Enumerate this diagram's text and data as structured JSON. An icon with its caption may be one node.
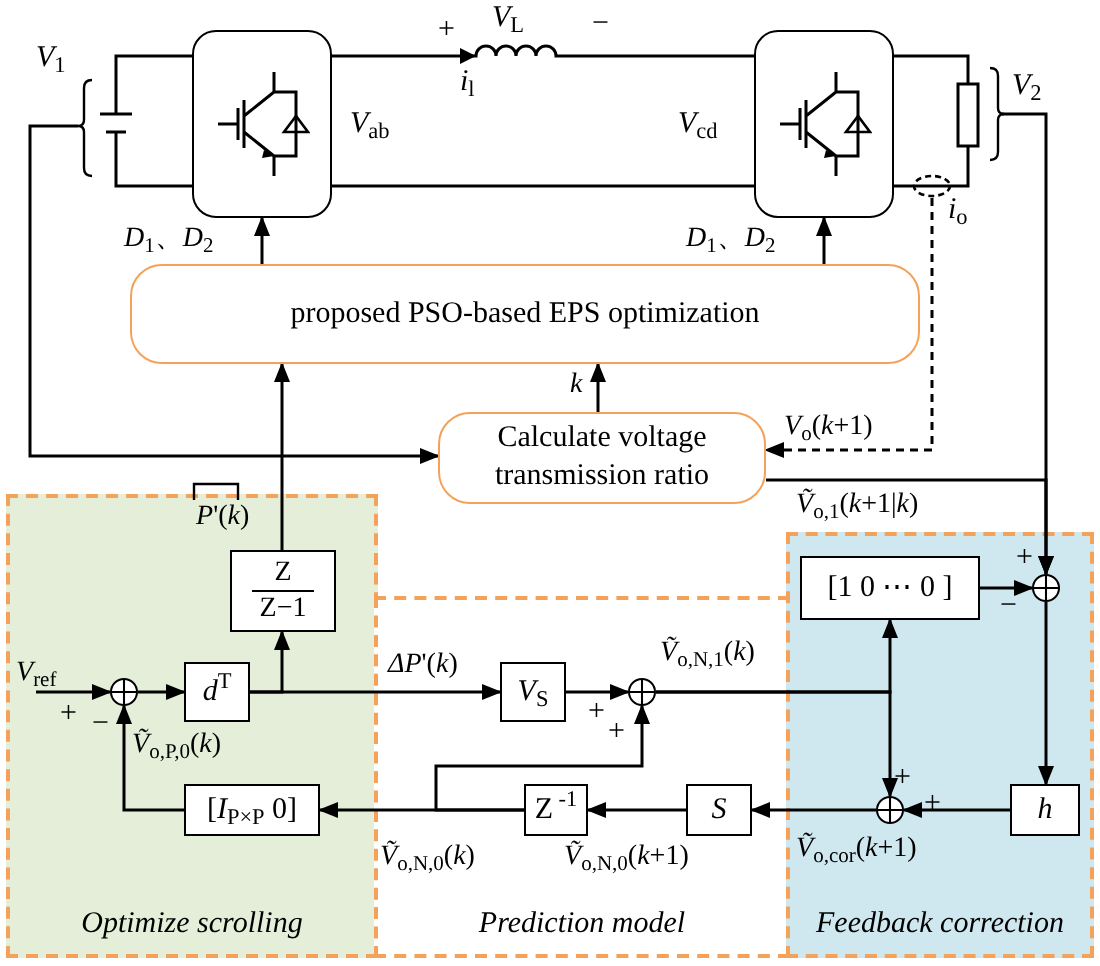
{
  "diagram": {
    "nodes": [
      {
        "text": [],
        "shape": "box",
        "beside": [
          "*V*$_{ab}$"
        ]
      },
      {
        "text": [],
        "shape": "box",
        "beside": [
          "*V*$_{cd}$"
        ]
      },
      {
        "text": [
          "proposed PSO-based EPS optimization"
        ]
      },
      {
        "text": [
          "Calculate voltage transmission ratio"
        ]
      },
      {
        "text": [
          "Optimize scrolling"
        ]
      },
      {
        "text": [
          "Prediction model"
        ]
      },
      {
        "text": [
          "Feedback correction"
        ]
      },
      {
        "text": [
          "Z",
          "Z−1"
        ],
        "in": 4
      },
      {
        "text": [],
        "shape": "circle",
        "in": 4
      },
      {
        "text": [
          "*d*$^{T}$"
        ],
        "in": 4
      },
      {
        "text": [
          "[*I*$_{P×P}$ 0]"
        ],
        "in": 4
      },
      {
        "text": [
          "*V*$_{S}$"
        ],
        "in": 5
      },
      {
        "text": [],
        "shape": "circle",
        "in": 5
      },
      {
        "text": [
          "Z$^{ -1}$"
        ],
        "in": 5
      },
      {
        "text": [
          "S"
        ],
        "in": 5
      },
      {
        "text": [
          "[1 0 ⋯ 0 ]"
        ],
        "in": 6
      },
      {
        "text": [],
        "shape": "circle",
        "in": 6
      },
      {
        "text": [
          "h"
        ],
        "in": 6
      },
      {
        "text": [],
        "shape": "circle",
        "in": 6
      },
      {
        "text": [
          "*V*$_{1}$"
        ]
      },
      {
        "text": [
          "*V*$_{2}$"
        ]
      },
      {
        "text": [],
        "shape": "ellipse"
      }
    ],
    "edges": [
      {
        "from": 2,
        "to": 0,
        "arrow": "to",
        "label": "*D*$_{1}$、*D*$_{2}$"
      },
      {
        "from": 2,
        "to": 1,
        "arrow": "to",
        "label": "*D*$_{1}$、*D*$_{2}$"
      },
      {
        "from": 3,
        "to": 2,
        "arrow": "to",
        "label": "*k*"
      },
      {
        "from": 21,
        "to": 3,
        "arrow": "to",
        "style": "dashed",
        "label": "*V*$_{o}$(*k*+1)"
      },
      {
        "from": 19,
        "to": 3,
        "arrow": "to"
      },
      {
        "from": 3,
        "to": 16,
        "arrow": "to",
        "label": "*Ṽ*$_{o,1}$(*k*+1|*k*)"
      },
      {
        "from": 20,
        "to": 16,
        "arrow": "to"
      },
      {
        "from": 7,
        "to": 2,
        "arrow": "to",
        "label": "*P*'(*k*)"
      },
      {
        "from": null,
        "to": 8,
        "arrow": "to",
        "label": "*V*$_{ref}$"
      },
      {
        "from": 8,
        "to": 9,
        "arrow": "to"
      },
      {
        "from": 9,
        "to": 7,
        "arrow": "to"
      },
      {
        "from": 9,
        "to": 11,
        "arrow": "to",
        "label": "*ΔP*'(*k*)"
      },
      {
        "from": 11,
        "to": 12,
        "arrow": "to"
      },
      {
        "from": 12,
        "to": 15,
        "arrow": "to"
      },
      {
        "from": 12,
        "to": 18,
        "arrow": "to",
        "label": "*Ṽ*$_{o,N,1}$(*k*)"
      },
      {
        "from": 15,
        "to": 16,
        "arrow": "to"
      },
      {
        "from": 16,
        "to": 17,
        "arrow": "to"
      },
      {
        "from": 17,
        "to": 18,
        "arrow": "to"
      },
      {
        "from": 18,
        "to": 14,
        "arrow": "to",
        "label": "*Ṽ*$_{o,cor}$(*k*+1)"
      },
      {
        "from": 14,
        "to": 13,
        "arrow": "to",
        "label": "*Ṽ*$_{o,N,0}$(*k*+1)"
      },
      {
        "from": 13,
        "to": 10,
        "arrow": "to",
        "label": "*Ṽ*$_{o,N,0}$(*k*)"
      },
      {
        "from": 13,
        "to": 12,
        "arrow": "to"
      },
      {
        "from": 10,
        "to": 8,
        "arrow": "to",
        "label": "*Ṽ*$_{o,P,0}$(*k*)"
      },
      {
        "from": 0,
        "to": 1,
        "arrow": "none"
      },
      {
        "from": 0,
        "to": 1,
        "arrow": "to"
      }
    ],
    "labels": [
      "+",
      "*V*$_{L}$",
      "−",
      "*i*$_{l}$",
      "*i*$_{o}$",
      "+",
      "−",
      "+",
      "+",
      "+",
      "−",
      "+",
      "+"
    ]
  }
}
